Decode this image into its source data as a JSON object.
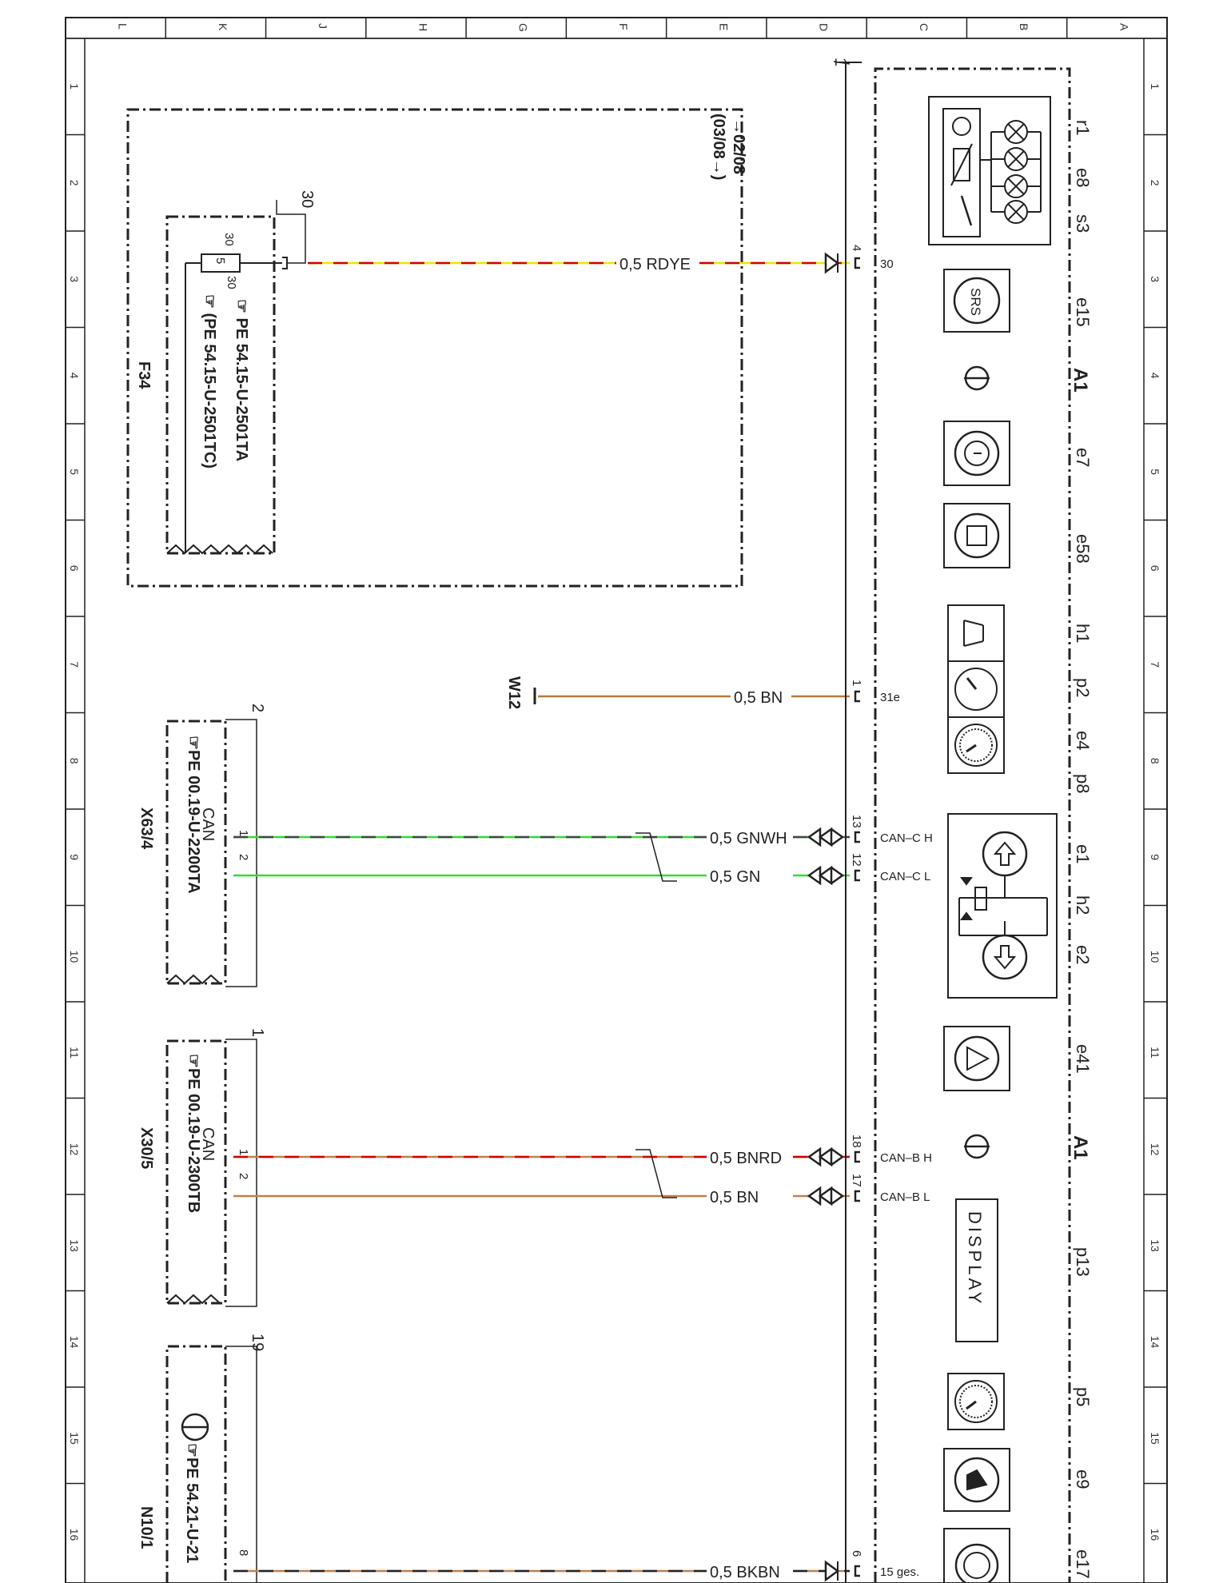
{
  "grid": {
    "columns": [
      "L",
      "K",
      "J",
      "H",
      "G",
      "F",
      "E",
      "D",
      "C",
      "B",
      "A"
    ],
    "rows": [
      "1",
      "2",
      "3",
      "4",
      "5",
      "6",
      "7",
      "8",
      "9",
      "10",
      "11",
      "12",
      "13",
      "14",
      "15",
      "16"
    ]
  },
  "page_mark": "1",
  "date_note": {
    "line1": "02/08",
    "line2": "(03/08",
    "arrow": "→",
    "close": ")"
  },
  "f34": {
    "name": "F34",
    "fuse_value": "5",
    "pin_in": "30",
    "pin_out": "30",
    "ref1": "PE  54.15-U-2501TA",
    "ref2": "(PE  54.15-U-2501TC)",
    "terminal": "30"
  },
  "x63": {
    "name": "X63/4",
    "bus": "CAN",
    "ref": "PE 00.19-U-2200TA",
    "pin1": "1",
    "pin2": "2",
    "mark": "2"
  },
  "x30": {
    "name": "X30/5",
    "bus": "CAN",
    "ref": "PE 00.19-U-2300TB",
    "pin1": "1",
    "pin2": "2",
    "mark": "1"
  },
  "n10": {
    "name": "N10/1",
    "ref": "PE 54.21-U-21",
    "pin": "8",
    "mark": "19"
  },
  "w12": {
    "name": "W12"
  },
  "wires": [
    {
      "label": "0,5 RDYE",
      "pin": "4",
      "terminal": "30",
      "color1": "#e8e800",
      "color2": "#d00000"
    },
    {
      "label": "0,5 BN",
      "pin": "1",
      "terminal": "31e",
      "color1": "#b87a3a",
      "color2": "#b87a3a"
    },
    {
      "label": "0,5 GNWH",
      "pin": "13",
      "terminal": "CAN–C H",
      "color1": "#33dd33",
      "color2": "#444444"
    },
    {
      "label": "0,5 GN",
      "pin": "12",
      "terminal": "CAN–C L",
      "color1": "#33dd33",
      "color2": "#33dd33"
    },
    {
      "label": "0,5 BNRD",
      "pin": "18",
      "terminal": "CAN–B H",
      "color1": "#c08050",
      "color2": "#d00000"
    },
    {
      "label": "0,5 BN",
      "pin": "17",
      "terminal": "CAN–B L",
      "color1": "#c08050",
      "color2": "#c08050"
    },
    {
      "label": "0,5 BKBN",
      "pin": "6",
      "terminal": "15 ges.",
      "color1": "#c08050",
      "color2": "#222222"
    }
  ],
  "a1": {
    "name": "A1",
    "components": [
      "r1",
      "e8",
      "s3",
      "e15",
      "e7",
      "e58",
      "h1",
      "p2",
      "e4",
      "p8",
      "e1",
      "h2",
      "e2",
      "e41",
      "p13",
      "p5",
      "e9",
      "e17"
    ],
    "srs_text": "SRS",
    "display_text": "DISPLAY"
  }
}
